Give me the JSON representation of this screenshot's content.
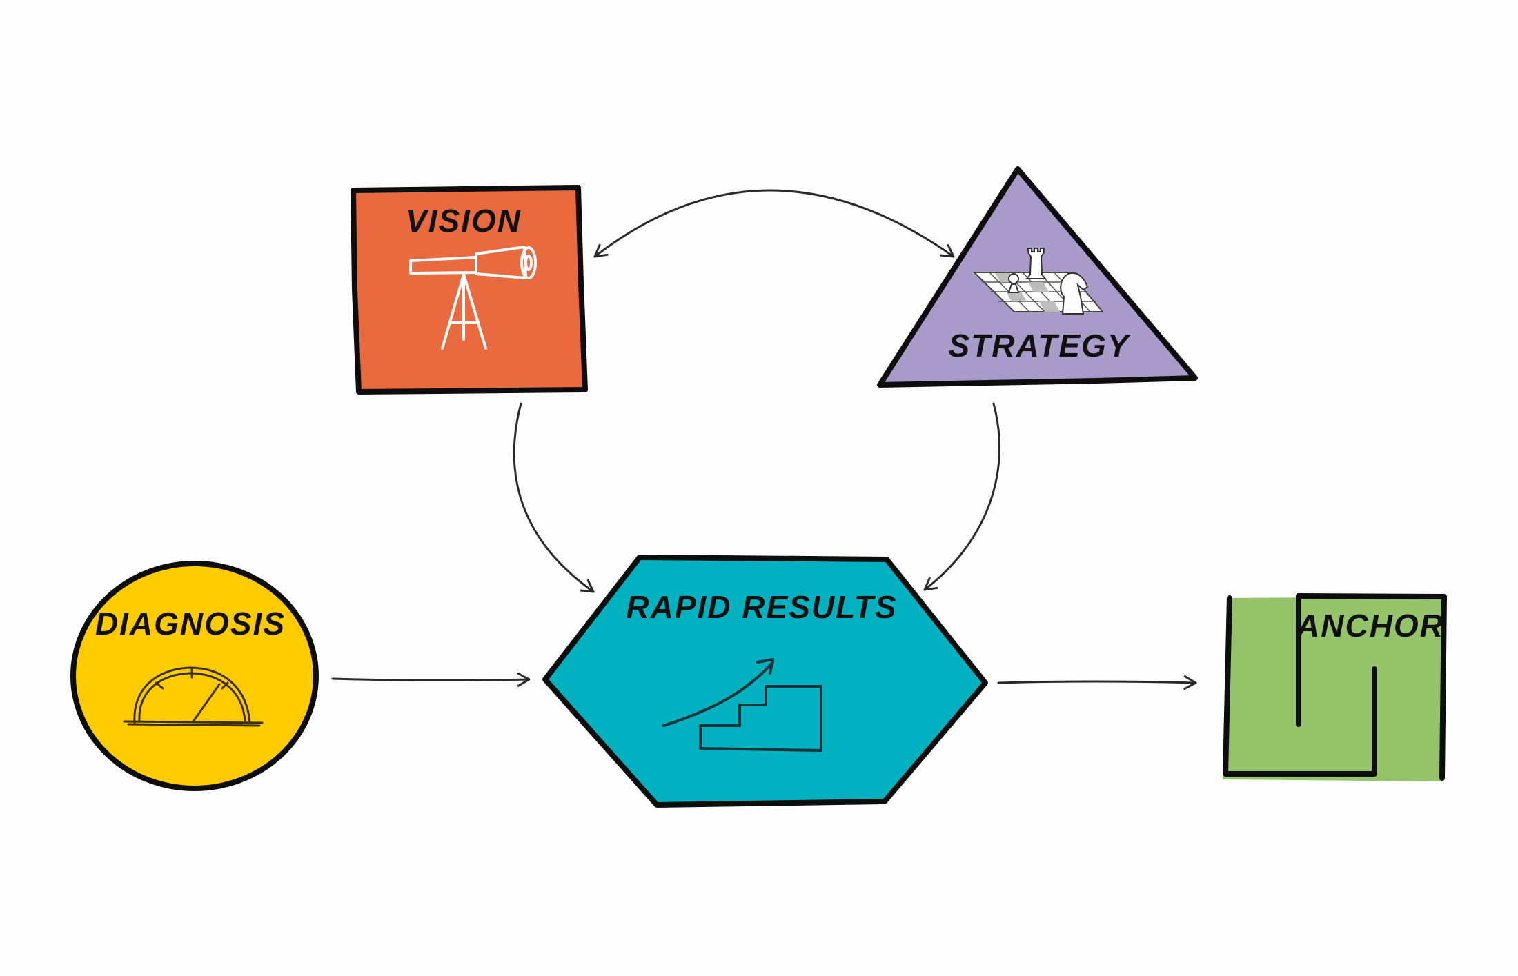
{
  "nodes": {
    "vision": {
      "label": "VISION",
      "color": "#e96a3f",
      "icon": "telescope-icon"
    },
    "strategy": {
      "label": "STRATEGY",
      "color": "#a89bc9",
      "icon": "chessboard-icon"
    },
    "diagnosis": {
      "label": "DIAGNOSIS",
      "color": "#fecb00",
      "icon": "gauge-icon"
    },
    "rapid_results": {
      "label": "RAPID RESULTS",
      "color": "#00b2c0",
      "icon": "rising-stairs-icon"
    },
    "anchor": {
      "label": "ANCHOR",
      "color": "#94c36a",
      "icon": "maze-icon"
    }
  },
  "edges": [
    {
      "from": "vision",
      "to": "strategy",
      "direction": "both"
    },
    {
      "from": "vision",
      "to": "rapid_results",
      "direction": "forward"
    },
    {
      "from": "strategy",
      "to": "rapid_results",
      "direction": "forward"
    },
    {
      "from": "diagnosis",
      "to": "rapid_results",
      "direction": "forward"
    },
    {
      "from": "rapid_results",
      "to": "anchor",
      "direction": "forward"
    }
  ]
}
